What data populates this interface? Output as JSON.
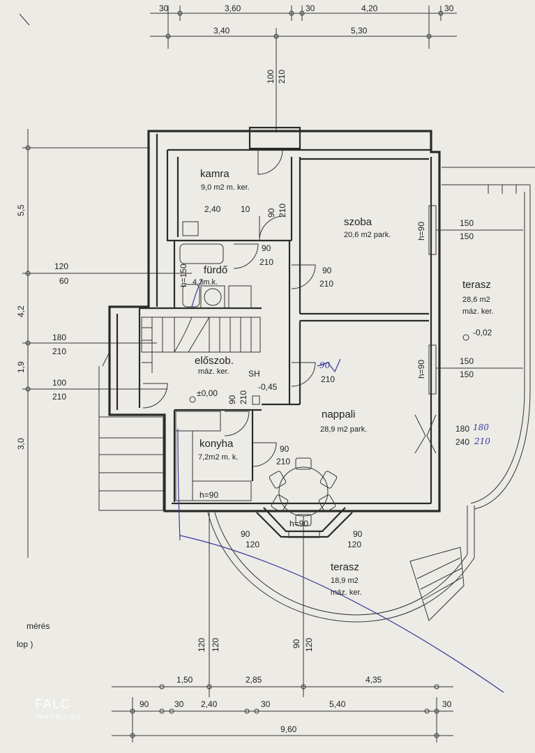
{
  "rooms": {
    "kamra": {
      "name": "kamra",
      "area": "9,0 m2 m. ker."
    },
    "szoba": {
      "name": "szoba",
      "area": "20,6 m2 park."
    },
    "furdo": {
      "name": "fürdő",
      "area": "4,3m.k."
    },
    "elosz": {
      "name": "előszob.",
      "area": "máz. ker."
    },
    "konyha": {
      "name": "konyha",
      "area": "7,2m2 m. k."
    },
    "nappali": {
      "name": "nappali",
      "area": "28,9 m2 park."
    },
    "terasz_right": {
      "name": "terasz",
      "area": "28,6 m2",
      "finish": "máz. ker."
    },
    "terasz_bottom": {
      "name": "terasz",
      "area": "18,9 m2",
      "finish": "máz. ker."
    }
  },
  "dims_top": {
    "row1": [
      "30",
      "3,60",
      "30",
      "4,20",
      "30"
    ],
    "row2": [
      "3,40",
      "5,30"
    ]
  },
  "dims_bottom": {
    "row1": [
      "1,50",
      "2,85",
      "4,35"
    ],
    "row2": [
      "90",
      "30",
      "2,40",
      "30",
      "5,40",
      "30"
    ],
    "total": "9,60"
  },
  "openings": {
    "top_window": [
      "100",
      "210"
    ],
    "w_120_60": [
      "120",
      "60"
    ],
    "w_180_210": [
      "180",
      "210"
    ],
    "w_100_210": [
      "100",
      "210"
    ],
    "d_kamra_240": "2,40",
    "d_kamra_10": "10",
    "d_kamra_90_210": [
      "90",
      "210"
    ],
    "d_furdo": [
      "90",
      "210"
    ],
    "d_szoba": [
      "90",
      "210"
    ],
    "w_szoba_h": "h=90",
    "w_150_150_a": [
      "150",
      "150"
    ],
    "w_150_150_b": [
      "150",
      "150"
    ],
    "w_nappali_h": "h=90",
    "d_eloszoba": [
      "90",
      "210"
    ],
    "d_kitchen_top": [
      "90",
      "210"
    ],
    "d_konyha": [
      "90",
      "210"
    ],
    "w_konyha_h": "h=90",
    "door_terrace": [
      "180",
      "240"
    ],
    "door_terrace_hand": [
      "180",
      "210"
    ],
    "bay_h": "h=90",
    "bay_left": [
      "90",
      "120"
    ],
    "bay_right": [
      "90",
      "120"
    ],
    "furdo_h": "h=150",
    "bottom_120": [
      "120",
      "120"
    ],
    "bottom_90_120": [
      "90",
      "120"
    ],
    "level_0": "±0,00",
    "level_m002": "-0,02",
    "level_045": "-0,45",
    "sh_mark": "SH",
    "hand_mark": "90"
  },
  "left_labels": [
    "5,5",
    "4,2",
    "1,9",
    "3,0"
  ],
  "margin_text": {
    "line1": "mérés",
    "line2": "lop )"
  },
  "logo": {
    "name": "FALC",
    "sub": "IMMOBILIEN"
  }
}
